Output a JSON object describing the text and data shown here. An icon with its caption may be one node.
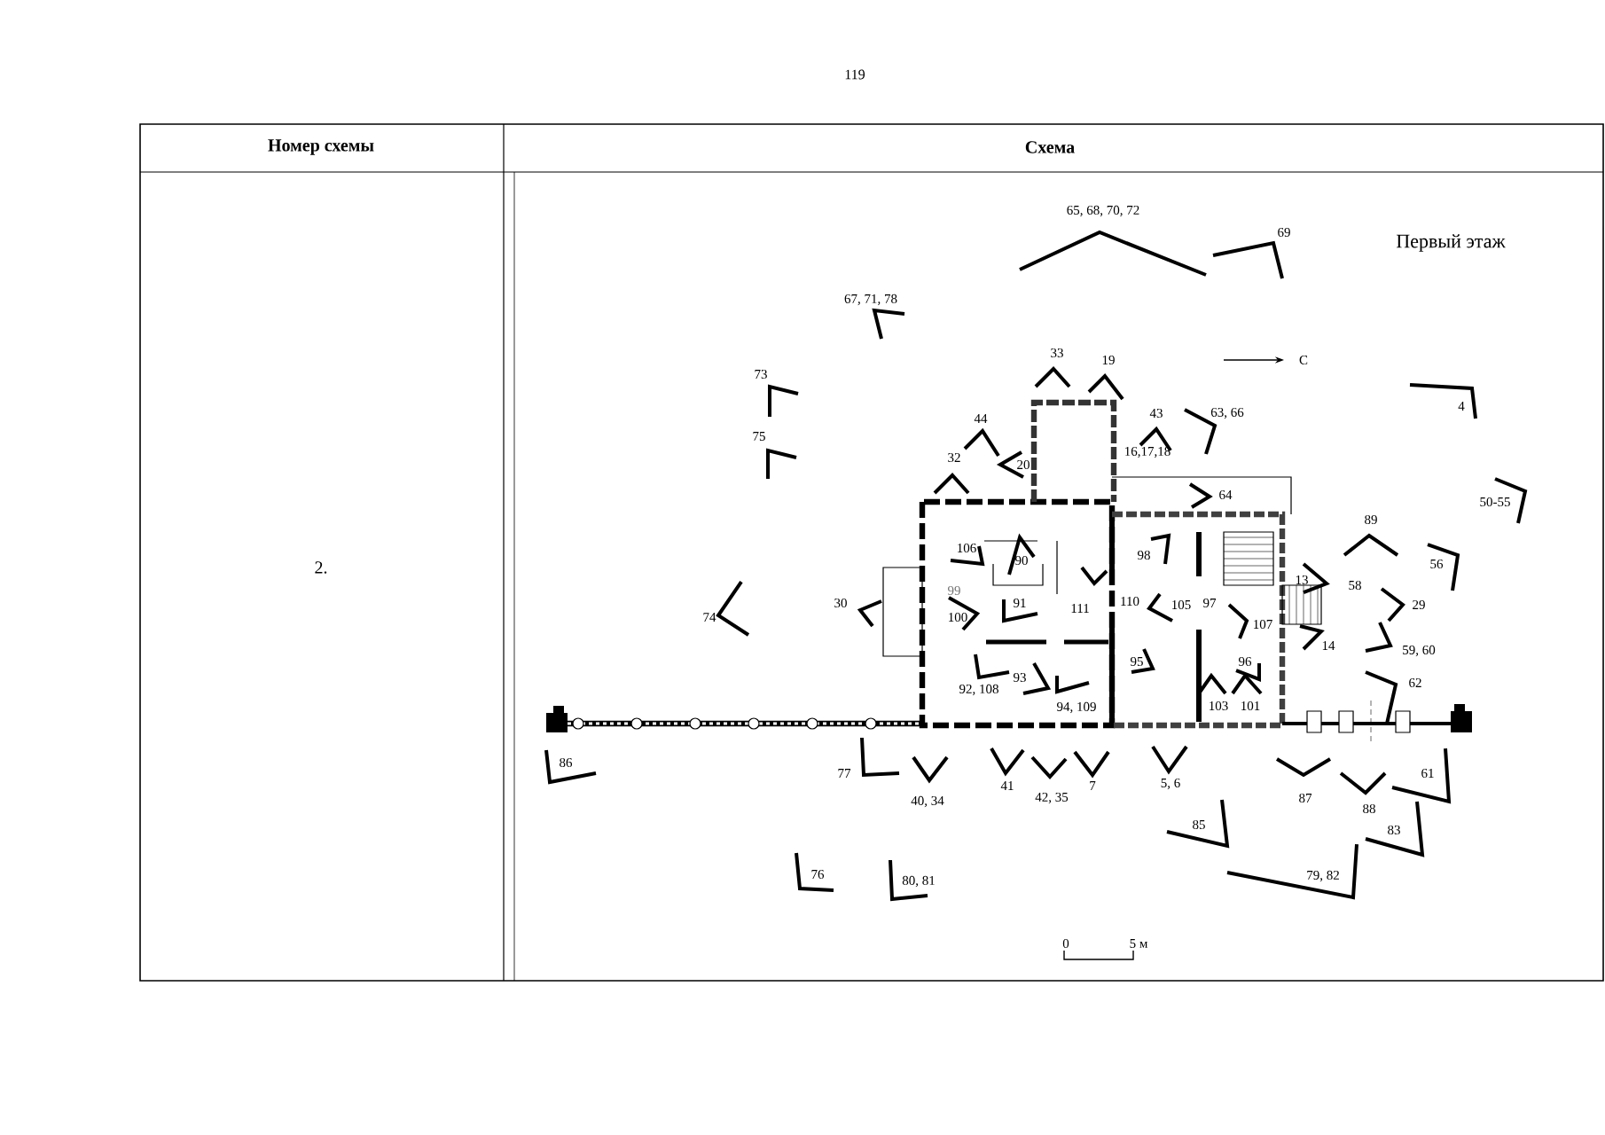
{
  "diagram": {
    "labels": [
      "119",
      "Номер схемы",
      "Схема",
      "2.",
      "Первый этаж",
      "С",
      "65, 68, 70, 72",
      "69",
      "67, 71, 78",
      "33",
      "19",
      "73",
      "44",
      "43",
      "63, 66",
      "4",
      "75",
      "32",
      "20",
      "16,17,18",
      "64",
      "50-55",
      "89",
      "106",
      "90",
      "98",
      "13",
      "58",
      "56",
      "99",
      "30",
      "74",
      "100",
      "91",
      "111",
      "110",
      "105",
      "97",
      "107",
      "29",
      "14",
      "59, 60",
      "95",
      "96",
      "93",
      "92, 108",
      "94, 109",
      "103",
      "101",
      "62",
      "86",
      "77",
      "41",
      "7",
      "5, 6",
      "87",
      "61",
      "40, 34",
      "42, 35",
      "88",
      "85",
      "83",
      "76",
      "80, 81",
      "79, 82",
      "0",
      "5 м"
    ]
  }
}
